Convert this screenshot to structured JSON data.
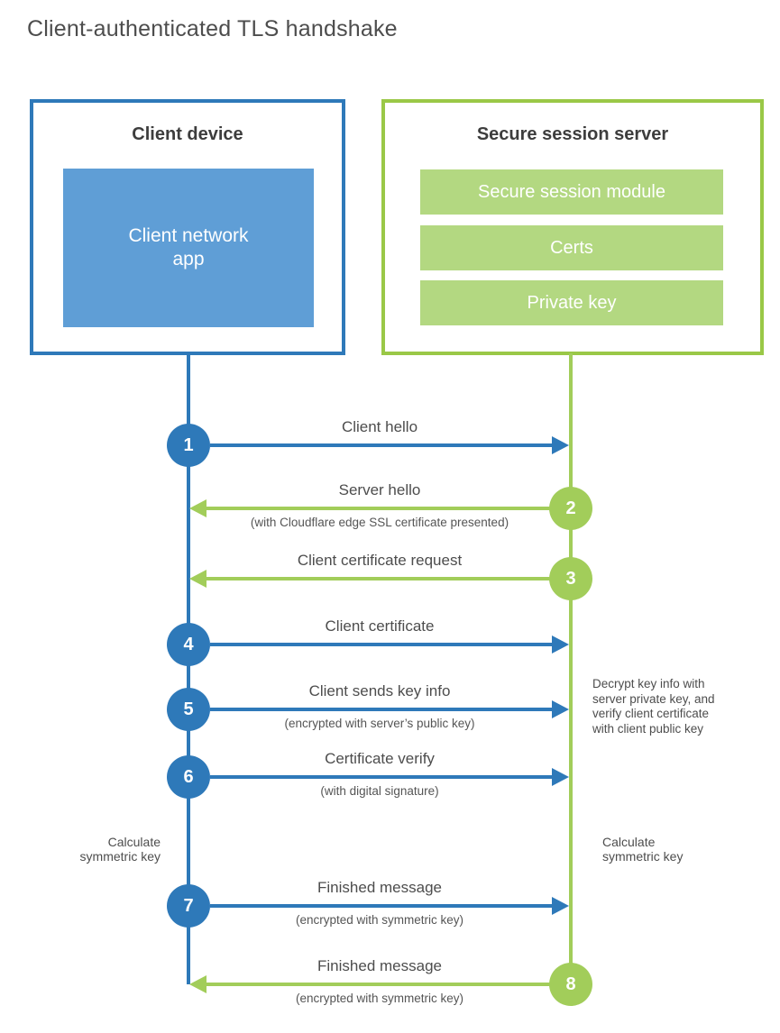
{
  "title": "Client-authenticated TLS handshake",
  "client": {
    "title": "Client device",
    "app_label": "Client network\napp"
  },
  "server": {
    "title": "Secure session server",
    "modules": [
      "Secure session module",
      "Certs",
      "Private key"
    ]
  },
  "steps": [
    {
      "num": "1",
      "label": "Client hello",
      "sub": "",
      "direction": "client-to-server"
    },
    {
      "num": "2",
      "label": "Server hello",
      "sub": "(with Cloudflare edge SSL certificate presented)",
      "direction": "server-to-client"
    },
    {
      "num": "3",
      "label": "Client certificate request",
      "sub": "",
      "direction": "server-to-client"
    },
    {
      "num": "4",
      "label": "Client certificate",
      "sub": "",
      "direction": "client-to-server"
    },
    {
      "num": "5",
      "label": "Client sends key info",
      "sub": "(encrypted with server’s public key)",
      "direction": "client-to-server"
    },
    {
      "num": "6",
      "label": "Certificate verify",
      "sub": "(with digital signature)",
      "direction": "client-to-server"
    },
    {
      "num": "7",
      "label": "Finished message",
      "sub": "(encrypted with symmetric key)",
      "direction": "client-to-server"
    },
    {
      "num": "8",
      "label": "Finished message",
      "sub": "(encrypted with symmetric key)",
      "direction": "server-to-client"
    }
  ],
  "notes": {
    "decrypt": "Decrypt key info with\nserver private key, and\nverify client certificate\nwith client public key",
    "calc_left": "Calculate\nsymmetric key",
    "calc_right": "Calculate\nsymmetric key"
  },
  "colors": {
    "client_blue": "#2e79b9",
    "client_fill_blue": "#5f9ed6",
    "server_green_border": "#9ac847",
    "server_green_fill": "#b3d881",
    "server_green_line": "#a2cd5a",
    "text_dark": "#3d3d3d",
    "text_label": "#4d4d4d"
  }
}
